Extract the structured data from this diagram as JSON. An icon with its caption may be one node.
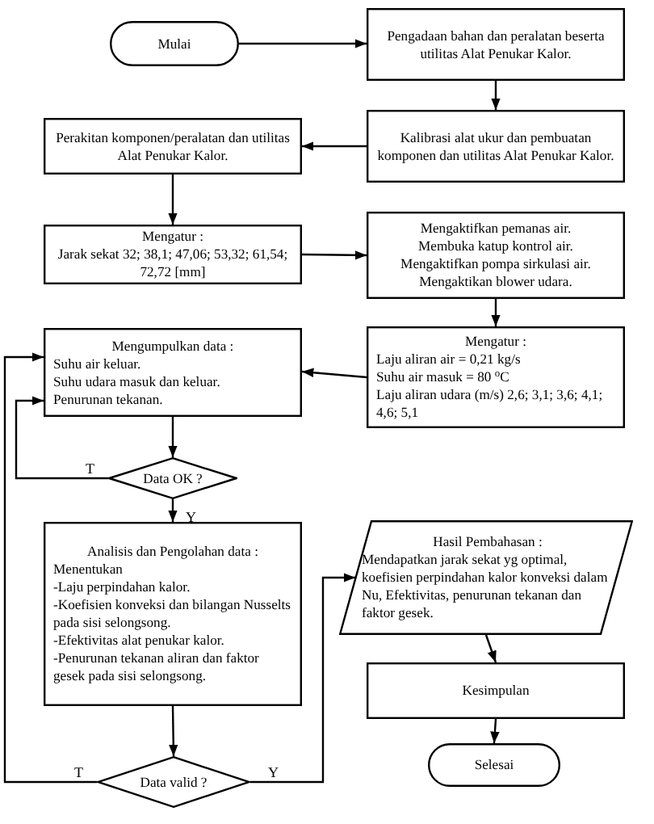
{
  "diagram": {
    "nodes": [
      {
        "text": [
          "Mulai"
        ]
      },
      {
        "text": [
          "Pengadaan bahan dan peralatan beserta utilitas Alat Penukar Kalor."
        ]
      },
      {
        "text": [
          "Kalibrasi alat ukur dan pembuatan komponen dan utilitas Alat Penukar Kalor."
        ]
      },
      {
        "text": [
          "Perakitan komponen/peralatan dan utilitas Alat Penukar Kalor."
        ]
      },
      {
        "text": [
          "Mengatur :",
          "Jarak sekat 32; 38,1; 47,06; 53,32; 61,54; 72,72 [mm]"
        ]
      },
      {
        "text": [
          "Mengaktifkan pemanas air.",
          "Membuka katup kontrol air.",
          "Mengaktifkan pompa sirkulasi air.",
          "Mengaktikan blower udara."
        ]
      },
      {
        "text": [
          "Mengatur :",
          "Laju aliran air = 0,21 kg/s",
          "Suhu air masuk = 80 $^{o}$C",
          "Laju aliran udara (m/s) 2,6; 3,1; 3,6; 4,1; 4,6; 5,1"
        ]
      },
      {
        "text": [
          "Mengumpulkan data :",
          "Suhu air keluar.",
          "Suhu udara masuk dan keluar.",
          "Penurunan tekanan."
        ]
      },
      {
        "text": [
          "Data OK ?"
        ]
      },
      {
        "text": [
          "Analisis dan Pengolahan data :",
          "Menentukan",
          "-Laju perpindahan kalor.",
          "-Koefisien konveksi dan bilangan Nusselts pada sisi selongsong.",
          "-Efektivitas alat penukar kalor.",
          "-Penurunan tekanan aliran dan faktor gesek pada sisi selongsong."
        ]
      },
      {
        "text": [
          "Hasil Pembahasan :",
          "Mendapatkan jarak sekat yg optimal, koefisien perpindahan kalor konveksi dalam Nu, Efektivitas, penurunan tekanan dan faktor gesek."
        ]
      },
      {
        "text": [
          "Kesimpulan"
        ]
      },
      {
        "text": [
          "Selesai"
        ]
      },
      {
        "text": [
          "Data valid ?"
        ]
      }
    ],
    "edges": [
      {
        "from": 0,
        "to": 1,
        "arrow": "to"
      },
      {
        "from": 1,
        "to": 2,
        "arrow": "to"
      },
      {
        "from": 2,
        "to": 3,
        "arrow": "to"
      },
      {
        "from": 3,
        "to": 4,
        "arrow": "to"
      },
      {
        "from": 4,
        "to": 5,
        "arrow": "to"
      },
      {
        "from": 5,
        "to": 6,
        "arrow": "to"
      },
      {
        "from": 6,
        "to": 7,
        "arrow": "to"
      },
      {
        "from": 7,
        "to": 8,
        "arrow": "to"
      },
      {
        "from": 8,
        "to": 7,
        "arrow": "to",
        "label": "T"
      },
      {
        "from": 8,
        "to": 9,
        "arrow": "to",
        "label": "Y"
      },
      {
        "from": 9,
        "to": 13,
        "arrow": "to"
      },
      {
        "from": 13,
        "to": 7,
        "arrow": "to",
        "label": "T"
      },
      {
        "from": 13,
        "to": 10,
        "arrow": "to",
        "label": "Y"
      },
      {
        "from": 10,
        "to": 11,
        "arrow": "to"
      },
      {
        "from": 11,
        "to": 12,
        "arrow": "to"
      }
    ]
  }
}
